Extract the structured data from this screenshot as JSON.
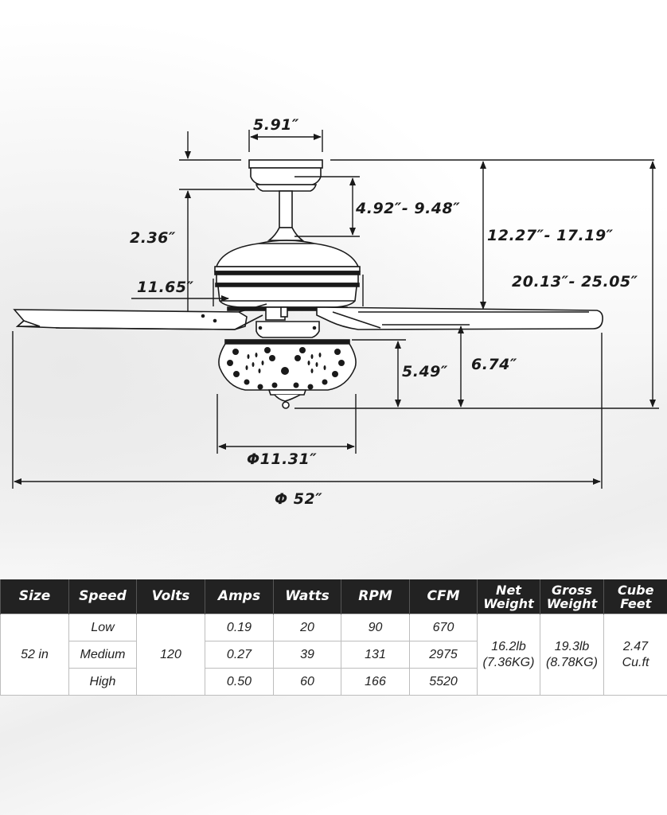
{
  "diagram": {
    "title": "Ceiling fan dimension diagram",
    "dimensions": {
      "canopy_width": "5.91″",
      "canopy_height": "2.36″",
      "downrod_range": "4.92″- 9.48″",
      "ceiling_to_blade": "12.27″- 17.19″",
      "overall_height": "20.13″- 25.05″",
      "motor_width": "11.65″",
      "light_kit_height": "5.49″",
      "blade_to_bottom": "6.74″",
      "light_kit_diameter": "Φ11.31″",
      "blade_span": "Φ 52″"
    }
  },
  "specs_table": {
    "headers": [
      {
        "label": "Size"
      },
      {
        "label": "Speed"
      },
      {
        "label": "Volts"
      },
      {
        "label": "Amps"
      },
      {
        "label": "Watts"
      },
      {
        "label": "RPM"
      },
      {
        "label": "CFM"
      },
      {
        "line1": "Net",
        "line2": "Weight"
      },
      {
        "line1": "Gross",
        "line2": "Weight"
      },
      {
        "line1": "Cube",
        "line2": "Feet"
      }
    ],
    "size": "52 in",
    "volts": "120",
    "net_weight": {
      "line1": "16.2lb",
      "line2": "(7.36KG)"
    },
    "gross_weight": {
      "line1": "19.3lb",
      "line2": "(8.78KG)"
    },
    "cube_feet": {
      "line1": "2.47",
      "line2": "Cu.ft"
    },
    "rows": [
      {
        "speed": "Low",
        "amps": "0.19",
        "watts": "20",
        "rpm": "90",
        "cfm": "670"
      },
      {
        "speed": "Medium",
        "amps": "0.27",
        "watts": "39",
        "rpm": "131",
        "cfm": "2975"
      },
      {
        "speed": "High",
        "amps": "0.50",
        "watts": "60",
        "rpm": "166",
        "cfm": "5520"
      }
    ]
  },
  "colors": {
    "header_bg": "#222222",
    "header_text": "#ffffff",
    "line": "#1a1a1a",
    "grid": "#bdbdbd"
  }
}
